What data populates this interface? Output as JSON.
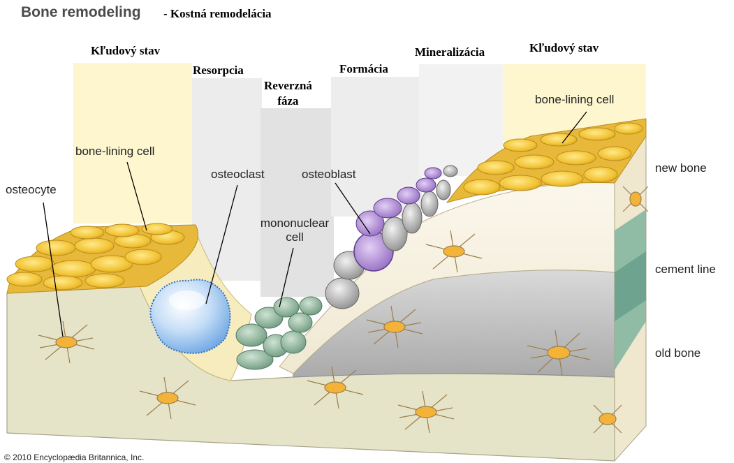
{
  "title": {
    "main": "Bone remodeling",
    "sub": "- Kostná remodelácia"
  },
  "phases": {
    "rest_left": "Kľudový stav",
    "resorption": "Resorpcia",
    "reversal_line1": "Reverzná",
    "reversal_line2": "fáza",
    "formation": "Formácia",
    "mineralization": "Mineralizácia",
    "rest_right": "Kľudový stav"
  },
  "labels": {
    "osteocyte": "osteocyte",
    "bone_lining_left": "bone-lining cell",
    "osteoclast": "osteoclast",
    "mononuclear_line1": "mononuclear",
    "mononuclear_line2": "cell",
    "osteoblast": "osteoblast",
    "bone_lining_right": "bone-lining cell",
    "new_bone": "new bone",
    "cement_line": "cement line",
    "old_bone": "old bone"
  },
  "copyright": "© 2010 Encyclopædia Britannica, Inc.",
  "colors": {
    "lining_cell": "#f2c335",
    "old_bone": "#e6e4c8",
    "new_bone": "#f5f0e1",
    "cement_grey": "#bdbdbd",
    "osteoclast": "#9fc6ee",
    "mononuclear": "#8fb59d",
    "osteoblast": "#a07cc5",
    "side_green": "#7fb39d",
    "background_rest": "#fdf6cf"
  }
}
